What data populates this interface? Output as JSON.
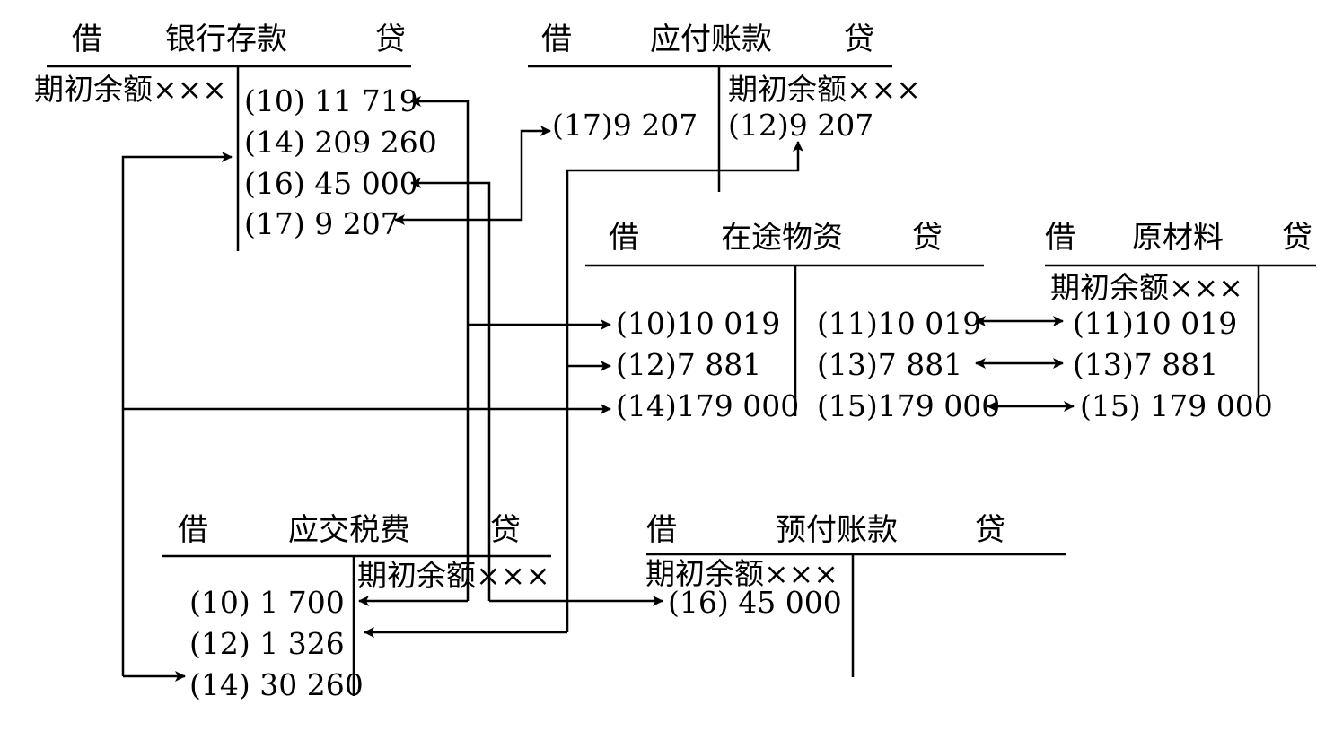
{
  "colors": {
    "ink": "#000000",
    "background": "#ffffff"
  },
  "accounts": {
    "bank_deposits": {
      "debit": "借",
      "name": "银行存款",
      "credit": "贷",
      "debit_entries": [
        "期初余额×××"
      ],
      "credit_entries": [
        "(10) 11 719",
        "(14) 209 260",
        "(16) 45 000",
        "(17) 9 207"
      ]
    },
    "accounts_payable": {
      "debit": "借",
      "name": "应付账款",
      "credit": "贷",
      "debit_entries": [
        "(17)9 207"
      ],
      "credit_entries": [
        "期初余额×××",
        "(12)9 207"
      ]
    },
    "materials_in_transit": {
      "debit": "借",
      "name": "在途物资",
      "credit": "贷",
      "debit_entries": [
        "(10)10 019",
        "(12)7 881",
        "(14)179 000"
      ],
      "credit_entries": [
        "(11)10 019",
        "(13)7 881",
        "(15)179 000"
      ]
    },
    "raw_materials": {
      "debit": "借",
      "name": "原材料",
      "credit": "贷",
      "debit_entries": [
        "期初余额×××",
        "(11)10 019",
        "(13)7 881",
        "(15) 179 000"
      ],
      "credit_entries": []
    },
    "taxes_payable": {
      "debit": "借",
      "name": "应交税费",
      "credit": "贷",
      "debit_entries": [
        "(10) 1 700",
        "(12) 1 326",
        "(14) 30 260"
      ],
      "credit_entries": [
        "期初余额×××"
      ]
    },
    "prepayments": {
      "debit": "借",
      "name": "预付账款",
      "credit": "贷",
      "debit_entries": [
        "期初余额×××",
        "(16) 45 000"
      ],
      "credit_entries": []
    }
  }
}
